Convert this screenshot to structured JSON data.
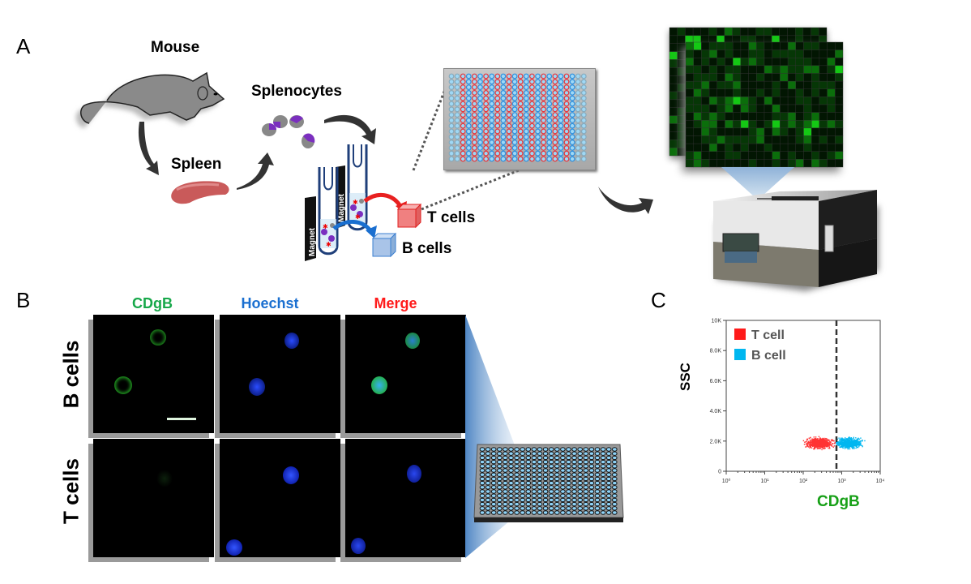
{
  "panels": {
    "A": {
      "letter": "A",
      "labels": {
        "mouse": "Mouse",
        "spleen": "Spleen",
        "splenocytes": "Splenocytes",
        "t_cells": "T cells",
        "b_cells": "B cells",
        "magnet_1": "Magnet",
        "magnet_2": "Magnet"
      },
      "colors": {
        "mouse": "#8a8a8a",
        "spleen": "#c95a5a",
        "t_cell_cube": "#f08080",
        "b_cell_cube": "#a9c4e8",
        "plate_red": "#e8333a",
        "plate_blue": "#2b8fe0",
        "plate_light": "#9fd8f5",
        "fluorescence_green": "#33c233"
      }
    },
    "B": {
      "letter": "B",
      "columns": [
        {
          "label": "CDgB",
          "color": "#17a84a"
        },
        {
          "label": "Hoechst",
          "color": "#1a6fd0"
        },
        {
          "label": "Merge",
          "color": "#ff1a1a"
        }
      ],
      "rows": [
        {
          "label": "B cells"
        },
        {
          "label": "T cells"
        }
      ]
    },
    "C": {
      "letter": "C",
      "xlabel": "CDgB",
      "ylabel": "SSC",
      "legend": [
        {
          "label": "T cell",
          "color": "#ff3333"
        },
        {
          "label": "B cell",
          "color": "#00b7f0"
        }
      ],
      "y_ticks": [
        "0",
        "2.0K",
        "4.0K",
        "6.0K",
        "8.0K",
        "10K"
      ],
      "x_ticks": [
        "10⁰",
        "10¹",
        "10²",
        "10³",
        "10⁴"
      ]
    }
  },
  "chart_data": {
    "type": "scatter",
    "title": "",
    "xlabel": "CDgB",
    "ylabel": "SSC",
    "x_scale": "log",
    "xlim": [
      1,
      10000
    ],
    "ylim": [
      0,
      10000
    ],
    "x_ticks": [
      "10^0",
      "10^1",
      "10^2",
      "10^3",
      "10^4"
    ],
    "y_ticks": [
      "0",
      "2.0K",
      "4.0K",
      "6.0K",
      "8.0K",
      "10K"
    ],
    "gate_line_x": 700,
    "legend_position": "upper left",
    "series": [
      {
        "name": "T cell",
        "color": "#ff3333",
        "x_range": [
          80,
          700
        ],
        "y_range": [
          1300,
          2500
        ],
        "center": [
          250,
          1900
        ]
      },
      {
        "name": "B cell",
        "color": "#00b7f0",
        "x_range": [
          700,
          9000
        ],
        "y_range": [
          1300,
          2500
        ],
        "center": [
          1500,
          1900
        ]
      }
    ]
  }
}
